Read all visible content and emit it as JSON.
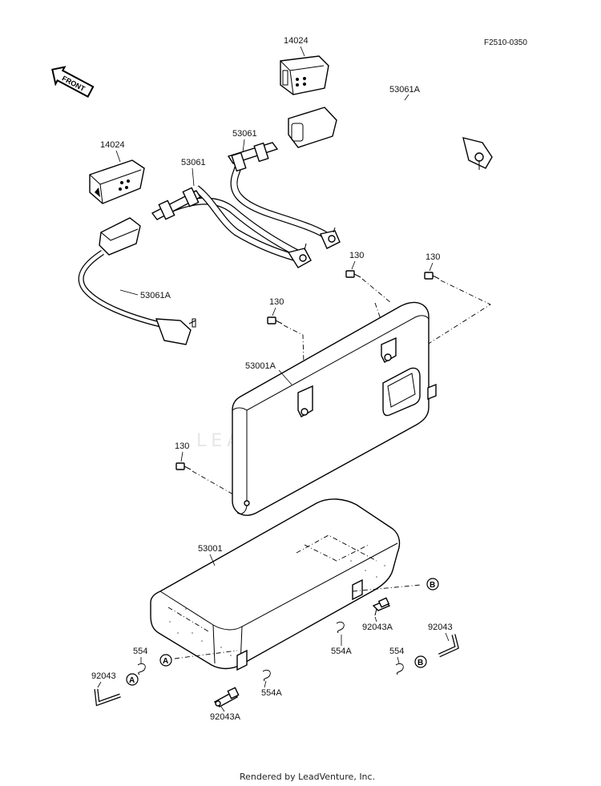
{
  "figure_code": "F2510-0350",
  "front_label": "FRONT",
  "watermark": "LEADVENTURE",
  "footer": "Rendered by LeadVenture, Inc.",
  "callouts": {
    "p14024_top": "14024",
    "p14024_left": "14024",
    "p53061A_top": "53061A",
    "p53061_a": "53061",
    "p53061_b": "53061",
    "p53061A_left": "53061A",
    "p130_a": "130",
    "p130_b": "130",
    "p130_c": "130",
    "p130_d": "130",
    "p53001A": "53001A",
    "p53001": "53001",
    "p92043A_a": "92043A",
    "p92043A_b": "92043A",
    "p92043_a": "92043",
    "p92043_b": "92043",
    "p554_a": "554",
    "p554_b": "554",
    "p554A_a": "554A",
    "p554A_b": "554A"
  },
  "markers": {
    "A1": "A",
    "A2": "A",
    "B1": "B",
    "B2": "B"
  }
}
